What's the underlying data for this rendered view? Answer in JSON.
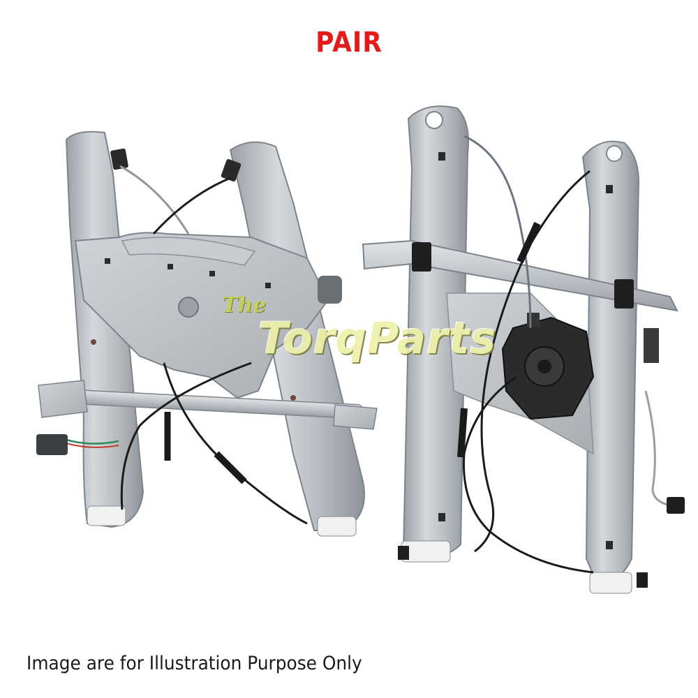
{
  "header": {
    "title": "PAIR"
  },
  "watermark": {
    "prefix": "The",
    "brand": "TorqParts"
  },
  "footer": {
    "caption": "Image are for Illustration Purpose Only"
  },
  "colors": {
    "title": "#e31b1b",
    "metal": "#b9bec3",
    "metal_dark": "#8e949a",
    "cable": "#1a1a1a",
    "motor": "#2b2b2b"
  },
  "icons": [
    "left-window-regulator",
    "right-window-regulator"
  ]
}
